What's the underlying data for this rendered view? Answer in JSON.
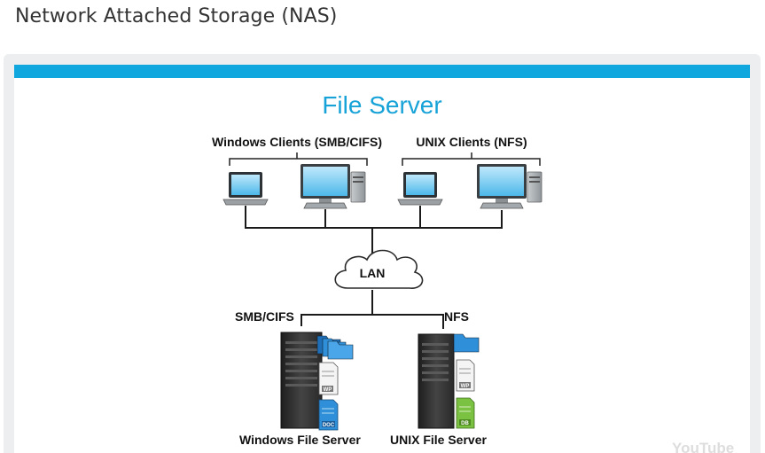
{
  "page": {
    "title": "Network Attached Storage (NAS)"
  },
  "diagram": {
    "title": "File Server",
    "windows_clients_label": "Windows Clients (SMB/CIFS)",
    "unix_clients_label": "UNIX Clients (NFS)",
    "lan_label": "LAN",
    "smb_label": "SMB/CIFS",
    "nfs_label": "NFS",
    "windows_server_label": "Windows File Server",
    "unix_server_label": "UNIX File Server",
    "doc_badges": {
      "wp": "WP",
      "doc": "DOC",
      "db": "DB"
    }
  },
  "player": {
    "watermark": "YouTube"
  },
  "colors": {
    "accent_bar": "#0fa7de",
    "title_blue": "#18a3d8",
    "folder_blue": "#2f8fd8",
    "doc_green": "#7cc242",
    "server_dark": "#333333"
  }
}
